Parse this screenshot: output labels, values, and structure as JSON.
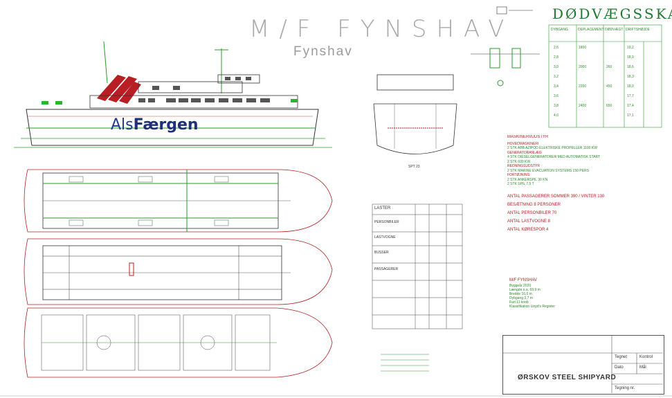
{
  "title": "M/F FYNSHAV",
  "subtitle": "Fynshav",
  "brand": {
    "prefix": "Als",
    "name": "Færgen"
  },
  "scale_table": {
    "title": "DØDVÆGSSKALA",
    "header_cols": [
      "DYBGANG",
      "DEPLACEMENT",
      "DØDVÆGT",
      "DRIFTSHØJDE"
    ],
    "rows": [
      [
        "2,6",
        "1800",
        "",
        "19,2"
      ],
      [
        "2,8",
        "",
        "",
        "18,9"
      ],
      [
        "3,0",
        "2000",
        "260",
        "18,6"
      ],
      [
        "3,2",
        "",
        "",
        "18,3"
      ],
      [
        "3,4",
        "2200",
        "450",
        "18,0"
      ],
      [
        "3,6",
        "",
        "",
        "17,7"
      ],
      [
        "3,8",
        "2400",
        "650",
        "17,4"
      ],
      [
        "4,0",
        "",
        "",
        "17,1"
      ]
    ]
  },
  "notes": {
    "heading": "MASKINERI/UDSTYR",
    "lines": [
      "HOVEDMASKINERI",
      "2 STK ABB AZIPOD ELEKTRISKE PROPELLER 1100 KW",
      "GENERATORANLÆG",
      "4 STK DIESELGENERATORER MED AUTOMATISK START",
      "2 STK 600 KW",
      "REDNINGSUDSTYR",
      "2 STK MARINE EVACUATION SYSTEMS 150 PERS",
      "FORTØJNING",
      "2 STK ANKERSPIL 30 KN",
      "2 STK SPIL 7,5 T"
    ],
    "capacity": [
      "ANTAL PASSAGERER   SOMMER 390 / VINTER 130",
      "BESÆTNING   8 PERSONER",
      "ANTAL PERSONBILER   70",
      "ANTAL LASTVOGNE   8",
      "ANTAL KØRESPOR   4"
    ]
  },
  "legend_box": {
    "heading": "LASTER",
    "rows": [
      "PERSONBILER",
      "LASTVOGNE",
      "BUSSER",
      "PASSAGERER"
    ]
  },
  "spec": {
    "heading": "M/F FYNSHAV",
    "lines": [
      "Byggeår 2020",
      "Længde o.a. 69,9 m",
      "Bredde 16,0 m",
      "Dybgang 3,7 m",
      "Fart 11 knob",
      "Klassifikation Lloyd's Register"
    ]
  },
  "title_block": {
    "shipyard": "ØRSKOV STEEL SHIPYARD",
    "fields": [
      "Tegnet",
      "Kontrol",
      "Dato",
      "Mål",
      "Tegning nr."
    ]
  },
  "section_label": "SPT 23"
}
